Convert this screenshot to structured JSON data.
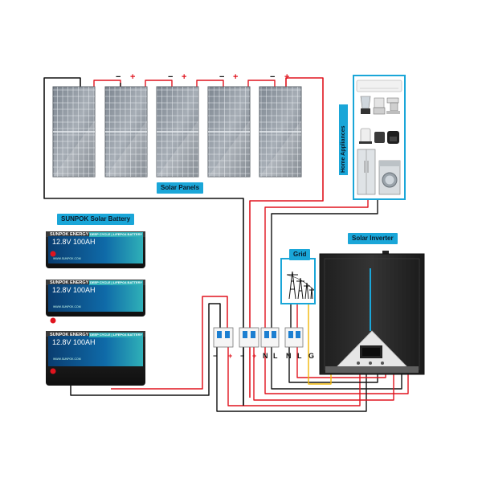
{
  "labels": {
    "solar_panels": "Solar Panels",
    "home_appliances": "Home Appliances",
    "battery_title": "SUNPOK Solar Battery",
    "grid": "Grid",
    "solar_inverter": "Solar Inverter"
  },
  "panel_polarity": {
    "neg": "−",
    "pos": "+"
  },
  "battery": {
    "brand": "SUNPOK ENERGY",
    "model": "12.8V 100AH",
    "chem": "DEEP CYCLE | LIFEPO4 BATTERY",
    "site": "WWW.SUNPOK.COM"
  },
  "breaker_terminals": [
    "−",
    "+",
    "−",
    "+",
    "N",
    "L",
    "N",
    "L",
    "G"
  ],
  "colors": {
    "accent": "#1aa6d8",
    "wire_red": "#e0141e",
    "wire_black": "#111111",
    "wire_yellow": "#f2b705",
    "inverter_body": "#2b2b2b"
  }
}
